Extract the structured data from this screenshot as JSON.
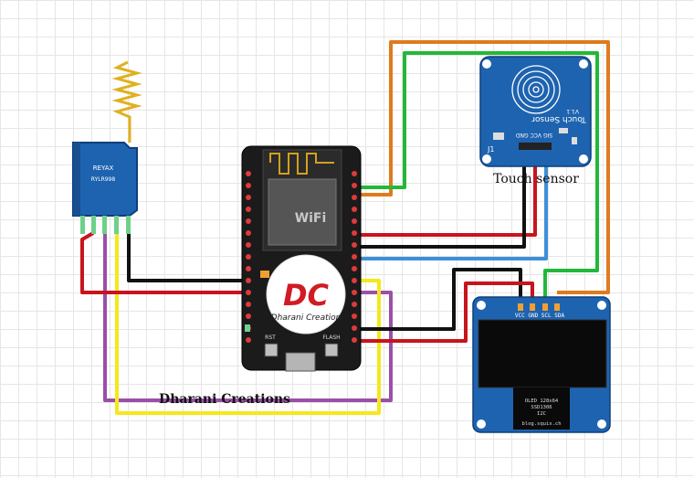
{
  "lora": {
    "brand": "REYAX",
    "model": "RYLR998"
  },
  "touch": {
    "caption": "Touch sensor",
    "board_text": "Touch Sensor",
    "version": "V1.1",
    "j1": "J1",
    "pins": "SIG VCC GND"
  },
  "oled": {
    "pins": "VCC GND SCL SDA",
    "label1": "OLED 128x64",
    "label2": "SSD1306",
    "label3": "I2C",
    "label4": "blog.squix.ch"
  },
  "mcu": {
    "rst": "RST",
    "flash": "FLASH",
    "wifi": "WiFi"
  },
  "logo": {
    "initials": "DC",
    "text": "Dharani Creation"
  },
  "watermark": "Dharani Creations",
  "colors": {
    "red": "#c8141c",
    "black": "#111111",
    "green": "#22b83a",
    "orange": "#e07a1e",
    "blue": "#3f8fd8",
    "yellow": "#f4e81c",
    "purple": "#9b4fa8",
    "pcb_blue": "#1e63b0"
  }
}
